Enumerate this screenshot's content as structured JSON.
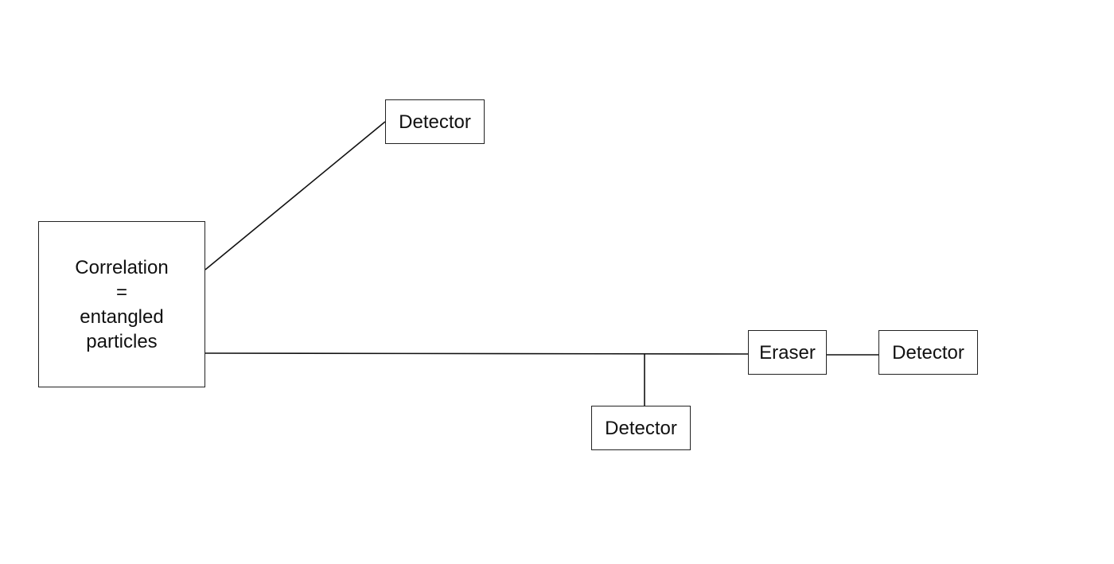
{
  "source": {
    "lines": [
      "Correlation",
      "=",
      "entangled",
      "particles"
    ]
  },
  "detector_upper": {
    "label": "Detector"
  },
  "detector_lower": {
    "label": "Detector"
  },
  "eraser": {
    "label": "Eraser"
  },
  "detector_right": {
    "label": "Detector"
  }
}
